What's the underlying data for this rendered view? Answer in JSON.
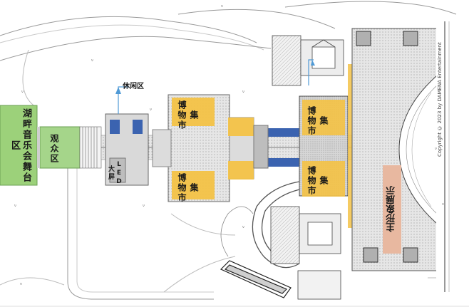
{
  "map": {
    "labels": {
      "stage_area": "湖畔音乐会舞台区",
      "audience_area": "观众区",
      "led_screen": "LED大屏",
      "rest_area": "休闲区",
      "museum_market_1": "博物市集",
      "museum_market_2": "博物市集",
      "museum_market_3": "博物市集",
      "museum_market_4": "博物市集",
      "main_image_display": "主形象展示"
    },
    "copyright": "Copyright © 2023 by DAMENA Entertainment",
    "colors": {
      "stage_area": "#9cd17a",
      "market": "#f3c246",
      "display": "#e8b8a0",
      "plaza": "#cfcfcf",
      "paving": "#e4e4e4",
      "water_blue": "#3b63b0"
    },
    "icons": [
      "tree-marker-icon",
      "arrow-indicator-icon"
    ]
  }
}
